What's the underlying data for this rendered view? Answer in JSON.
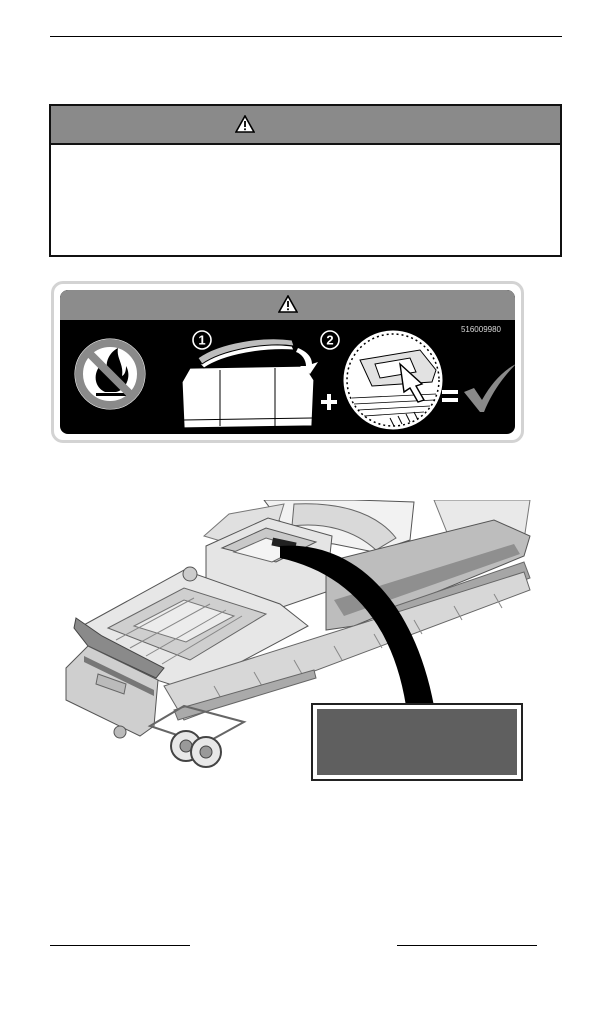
{
  "label": {
    "code": "516009980",
    "step_one": "1",
    "step_two": "2"
  },
  "colors": {
    "warning_header": "#8a8a8a",
    "label_background": "#000000",
    "callout_box": "#5f5f5f"
  },
  "icons": [
    "warning-triangle-icon",
    "no-open-flame-icon",
    "checkmark-icon"
  ]
}
